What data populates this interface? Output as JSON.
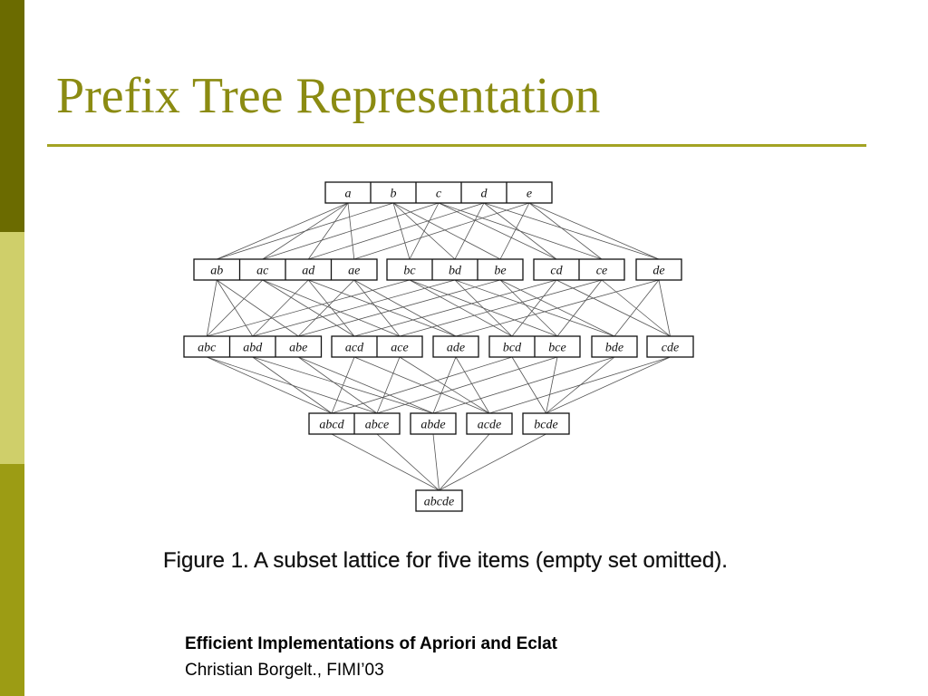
{
  "slide": {
    "title": "Prefix Tree Representation",
    "caption": "Figure 1. A subset lattice for five items (empty set omitted).",
    "credit_title": "Efficient Implementations of Apriori and Eclat",
    "credit_author": "Christian Borgelt., FIMI’03"
  },
  "colors": {
    "title": "#8b8b12",
    "bar_top": "#6b6b00",
    "bar_mid": "#cfcf6a",
    "bar_bottom": "#9c9c14",
    "rule": "#a3a323"
  },
  "lattice": {
    "levels": [
      [
        [
          "a",
          "b",
          "c",
          "d",
          "e"
        ]
      ],
      [
        [
          "ab",
          "ac",
          "ad",
          "ae"
        ],
        [
          "bc",
          "bd",
          "be"
        ],
        [
          "cd",
          "ce"
        ],
        [
          "de"
        ]
      ],
      [
        [
          "abc",
          "abd",
          "abe"
        ],
        [
          "acd",
          "ace"
        ],
        [
          "ade"
        ],
        [
          "bcd",
          "bce"
        ],
        [
          "bde"
        ],
        [
          "cde"
        ]
      ],
      [
        [
          "abcd",
          "abce"
        ],
        [
          "abde"
        ],
        [
          "acde"
        ],
        [
          "bcde"
        ]
      ],
      [
        [
          "abcde"
        ]
      ]
    ]
  }
}
